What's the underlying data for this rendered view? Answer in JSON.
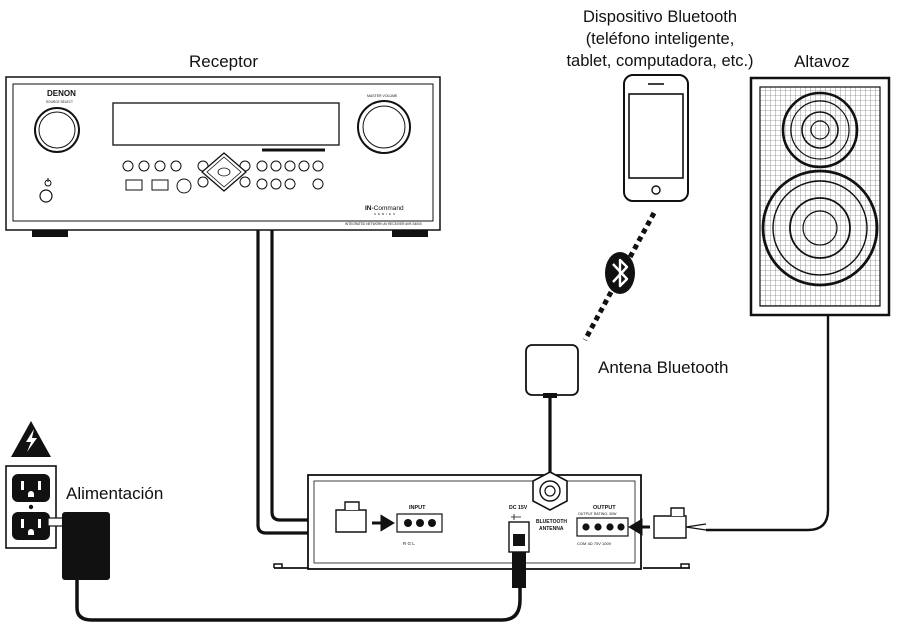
{
  "labels": {
    "receiver": "Receptor",
    "bt_device_line1": "Dispositivo Bluetooth",
    "bt_device_line2": "(teléfono inteligente,",
    "bt_device_line3": "tablet, computadora, etc.)",
    "speaker": "Altavoz",
    "antenna": "Antena Bluetooth",
    "power": "Alimentación"
  },
  "receiver": {
    "brand": "DENON",
    "source_select": "SOURCE SELECT",
    "master_volume": "MASTER VOLUME",
    "series_logo_bold": "IN-",
    "series_logo": "Command",
    "series_sub": "SERIES",
    "model_text": "INTEGRATED NETWORK AV RECEIVER AVR-S4000"
  },
  "device_box": {
    "input_label": "INPUT",
    "input_pins": "R  G  L",
    "dc_label": "DC 15V",
    "antenna_label_1": "BLUETOOTH",
    "antenna_label_2": "ANTENNA",
    "output_label": "OUTPUT",
    "output_rating": "OUTPUT RATING: 30W",
    "output_pins": "COM  4Ω  70V  100V"
  },
  "icons": [
    "bluetooth-icon",
    "high-voltage-warning-icon",
    "wall-outlet-icon",
    "power-adapter-icon",
    "smartphone-icon",
    "speaker-icon"
  ]
}
